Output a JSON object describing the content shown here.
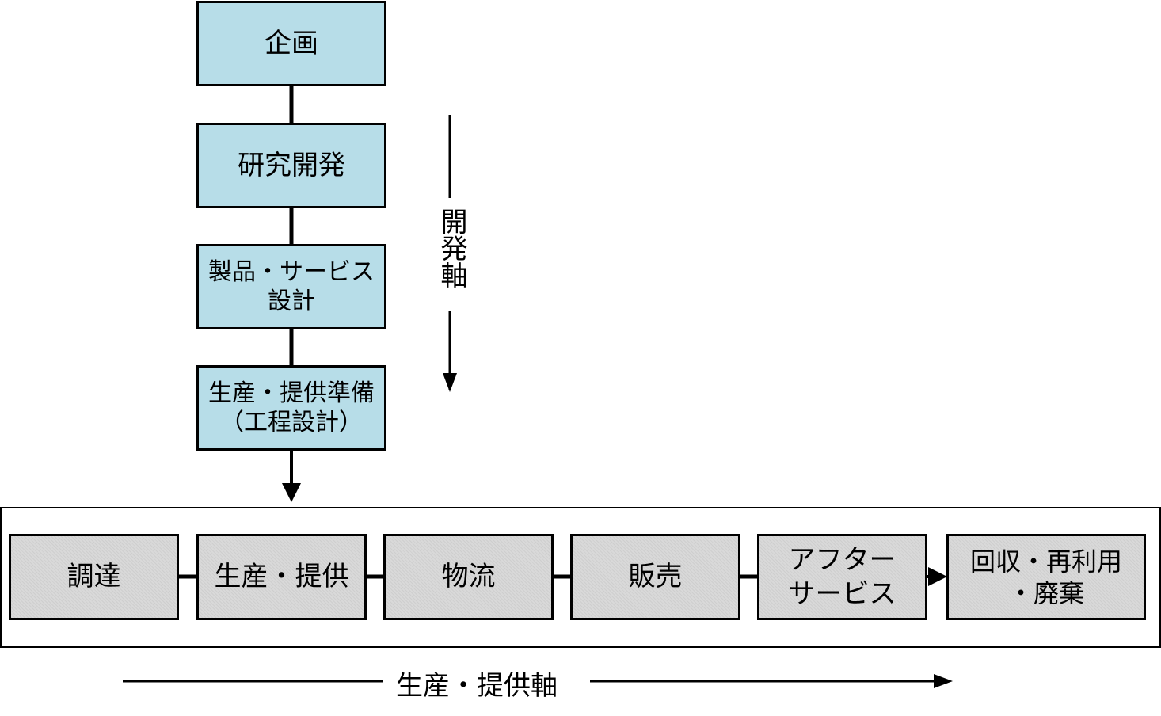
{
  "development_axis": {
    "label": "開発軸",
    "steps": [
      {
        "lines": [
          "企画"
        ]
      },
      {
        "lines": [
          "研究開発"
        ]
      },
      {
        "lines": [
          "製品・サービス",
          "設計"
        ]
      },
      {
        "lines": [
          "生産・提供準備",
          "（工程設計）"
        ]
      }
    ],
    "box_color": "#b7dde8"
  },
  "production_axis": {
    "label": "生産・提供軸",
    "steps": [
      {
        "lines": [
          "調達"
        ]
      },
      {
        "lines": [
          "生産・提供"
        ]
      },
      {
        "lines": [
          "物流"
        ]
      },
      {
        "lines": [
          "販売"
        ]
      },
      {
        "lines": [
          "アフター",
          "サービス"
        ]
      },
      {
        "lines": [
          "回収・再利用",
          "・廃棄"
        ]
      }
    ],
    "box_color": "#d9d9d9"
  }
}
